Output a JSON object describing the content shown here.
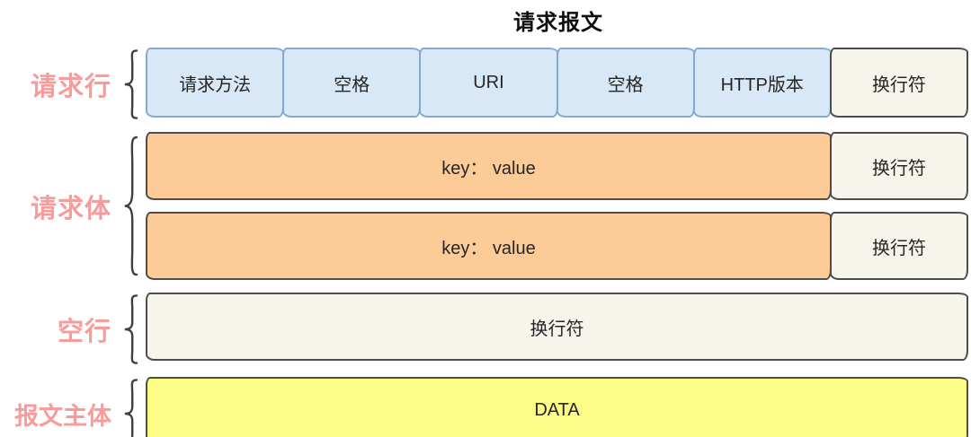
{
  "title": "请求报文",
  "colors": {
    "blue_fill": "#d9e8f7",
    "blue_border": "#86a9d3",
    "orange_fill": "#fccb97",
    "cream_fill": "#f7f4ec",
    "yellow_fill": "#fdfc87",
    "dark_border": "#4d4d4d",
    "label_pink": "#f79b9b",
    "title_color": "#0d0d0d"
  },
  "sections": [
    {
      "id": "request-line",
      "label": "请求行",
      "rows": [
        {
          "height": 78,
          "cells": [
            {
              "text": "请求方法",
              "style": "blue"
            },
            {
              "text": "空格",
              "style": "blue"
            },
            {
              "text": "URI",
              "style": "blue"
            },
            {
              "text": "空格",
              "style": "blue"
            },
            {
              "text": "HTTP版本",
              "style": "blue"
            },
            {
              "text": "换行符",
              "style": "cream"
            }
          ]
        }
      ]
    },
    {
      "id": "request-body",
      "label": "请求体",
      "rows": [
        {
          "height": 76,
          "cells": [
            {
              "text": "key： value",
              "style": "orange",
              "grow": 1
            },
            {
              "text": "换行符",
              "style": "cream",
              "width": 154
            }
          ]
        },
        {
          "height": 76,
          "cells": [
            {
              "text": "key： value",
              "style": "orange",
              "grow": 1
            },
            {
              "text": "换行符",
              "style": "cream",
              "width": 154
            }
          ]
        }
      ]
    },
    {
      "id": "blank-line",
      "label": "空行",
      "rows": [
        {
          "height": 76,
          "cells": [
            {
              "text": "换行符",
              "style": "cream",
              "grow": 1
            }
          ]
        }
      ]
    },
    {
      "id": "message-body",
      "label": "报文主体",
      "rows": [
        {
          "height": 75,
          "cells": [
            {
              "text": "DATA",
              "style": "yellow",
              "grow": 1
            }
          ]
        }
      ]
    }
  ]
}
